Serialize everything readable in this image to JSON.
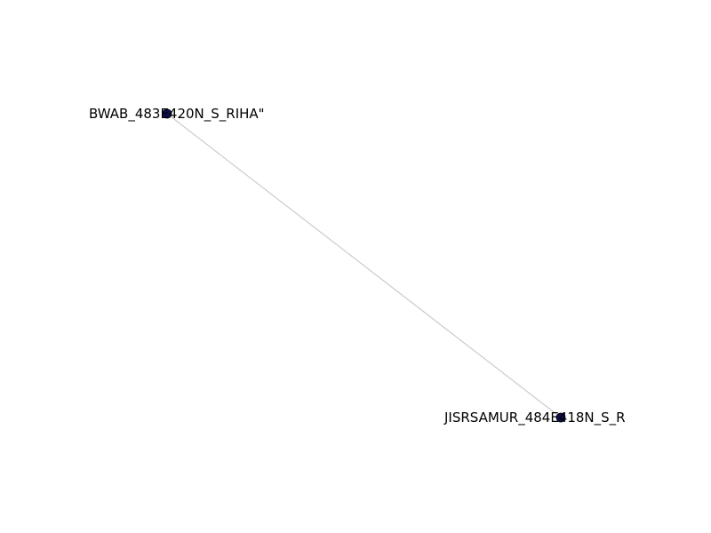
{
  "graph": {
    "nodes": [
      {
        "id": "n1",
        "label": "BWAB_483E420N_S_RIHA\""
      },
      {
        "id": "n2",
        "label": "JISRSAMUR_484E418N_S_R"
      }
    ],
    "edges": [
      {
        "source": "n1",
        "target": "n2"
      }
    ]
  },
  "colors": {
    "node_fill": "#0d0d4d",
    "edge_stroke": "#cccccc",
    "label": "#000000"
  }
}
